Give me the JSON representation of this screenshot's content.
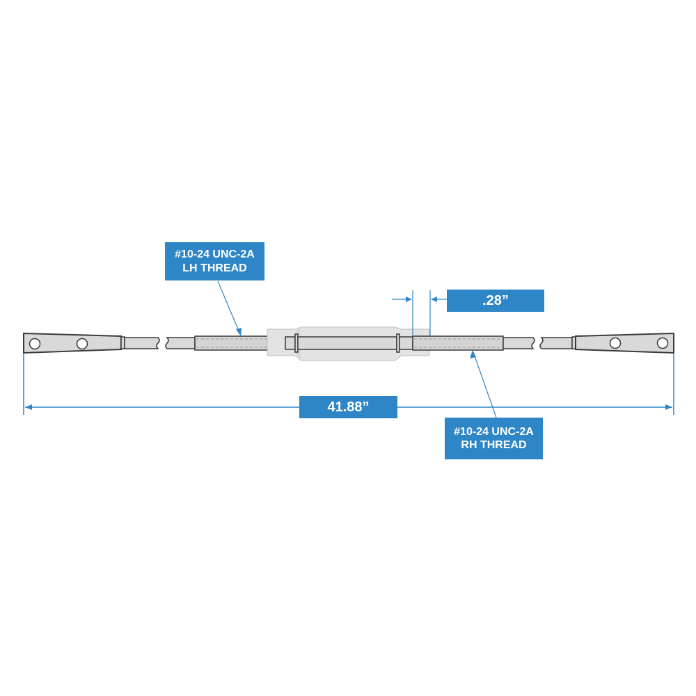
{
  "diagram": {
    "title": "Turnbuckle tie rod assembly dimension drawing",
    "colors": {
      "accent": "#2f86c6",
      "part_fill": "#d9d9d9",
      "part_stroke": "#3a3a3a",
      "dimension_line": "#2f86c6",
      "background": "#ffffff"
    },
    "callouts": {
      "lh_thread": {
        "line1": "#10-24 UNC-2A",
        "line2": "LH THREAD"
      },
      "rh_thread": {
        "line1": "#10-24 UNC-2A",
        "line2": "RH THREAD"
      },
      "gap_dimension": {
        "value": ".28”"
      },
      "overall_length": {
        "value": "41.88”"
      }
    },
    "components": [
      "left-clevis-end-fitting",
      "left-rod-with-break",
      "left-hand-threaded-rod",
      "turnbuckle-body",
      "right-hand-threaded-rod",
      "right-rod-with-break",
      "right-clevis-end-fitting"
    ]
  }
}
